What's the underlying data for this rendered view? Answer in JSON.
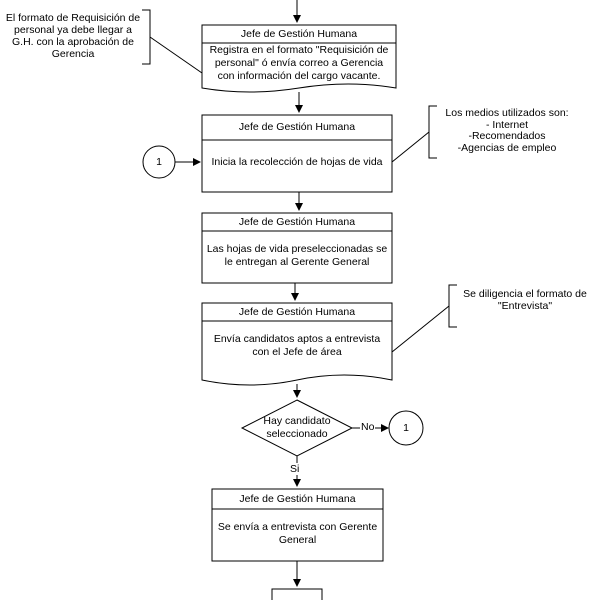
{
  "process_boxes": [
    {
      "role": "Jefe de Gestión Humana",
      "text": "Registra en el formato \"Requisición de personal\" ó envía correo a Gerencia con información del cargo vacante."
    },
    {
      "role": "Jefe de Gestión Humana",
      "text": "Inicia la recolección de hojas de vida"
    },
    {
      "role": "Jefe de Gestión Humana",
      "text": "Las hojas de vida preseleccionadas se le entregan al Gerente General"
    },
    {
      "role": "Jefe de Gestión Humana",
      "text": "Envía candidatos aptos a entrevista con el Jefe de área"
    },
    {
      "role": "Jefe de Gestión Humana",
      "text": "Se envía a entrevista con Gerente General"
    }
  ],
  "annotations": [
    {
      "text": "El formato de Requisición de personal ya debe llegar a G.H. con la aprobación de Gerencia"
    },
    {
      "text": "Los medios utilizados son:\n- Internet\n-Recomendados\n-Agencias de empleo"
    },
    {
      "text": "Se diligencia el formato de \"Entrevista\""
    }
  ],
  "decision": {
    "text": "Hay candidato seleccionado",
    "no_label": "No",
    "yes_label": "Si"
  },
  "connectors": [
    {
      "label": "1"
    },
    {
      "label": "1"
    }
  ]
}
